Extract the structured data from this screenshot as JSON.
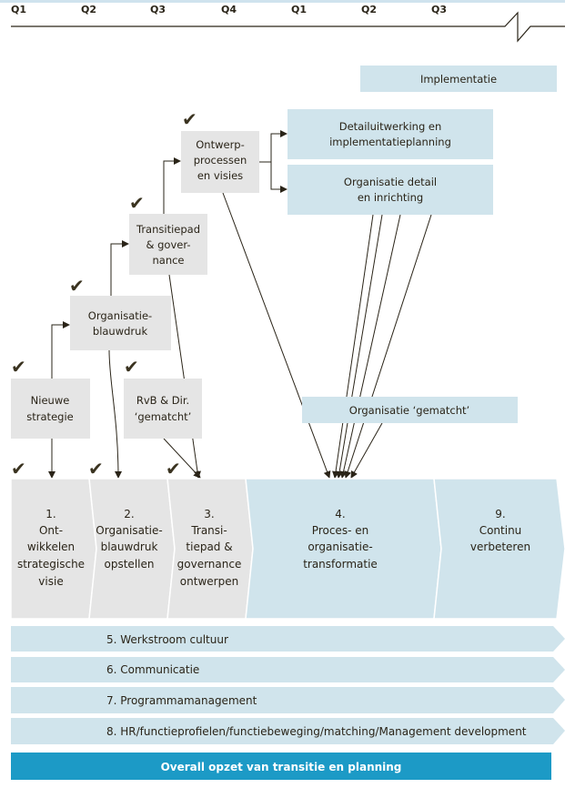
{
  "timeline": {
    "quarters": [
      "Q1",
      "Q2",
      "Q3",
      "Q4",
      "Q1",
      "Q2",
      "Q3"
    ]
  },
  "colors": {
    "grey": "#e5e5e5",
    "blue": "#d0e4ec",
    "footer": "#1c9ac6",
    "text": "#2a2418"
  },
  "checkmark": "✔",
  "boxes": {
    "implementatie": [
      "Implementatie"
    ],
    "detailuitwerking": [
      "Detailuitwerking en",
      "implementatieplanning"
    ],
    "organisatie_detail": [
      "Organisatie detail",
      "en inrichting"
    ],
    "ontwerp": [
      "Ontwerp-",
      "processen",
      "en visies"
    ],
    "transitiepad": [
      "Transitiepad",
      "& gover-",
      "nance"
    ],
    "blauwdruk": [
      "Organisatie-",
      "blauwdruk"
    ],
    "strategie": [
      "Nieuwe",
      "strategie"
    ],
    "rvb": [
      "RvB & Dir.",
      "‘gematcht’"
    ],
    "gematcht": [
      "Organisatie ‘gematcht’"
    ]
  },
  "stages": [
    {
      "lines": [
        "1.",
        "Ont-",
        "wikkelen",
        "strategische",
        "visie"
      ]
    },
    {
      "lines": [
        "2.",
        "Organisatie-",
        "blauwdruk",
        "opstellen"
      ]
    },
    {
      "lines": [
        "3.",
        "Transi-",
        "tiepad &",
        "governance",
        "ontwerpen"
      ]
    },
    {
      "lines": [
        "4.",
        "Proces- en",
        "organisatie-",
        "transformatie"
      ]
    },
    {
      "lines": [
        "9.",
        "Continu",
        "verbeteren"
      ]
    }
  ],
  "workstreams": [
    "5. Werkstroom cultuur",
    "6. Communicatie",
    "7. Programmamanagement",
    "8. HR/functieprofielen/functiebeweging/matching/Management development"
  ],
  "footer": "Overall opzet van transitie en planning"
}
